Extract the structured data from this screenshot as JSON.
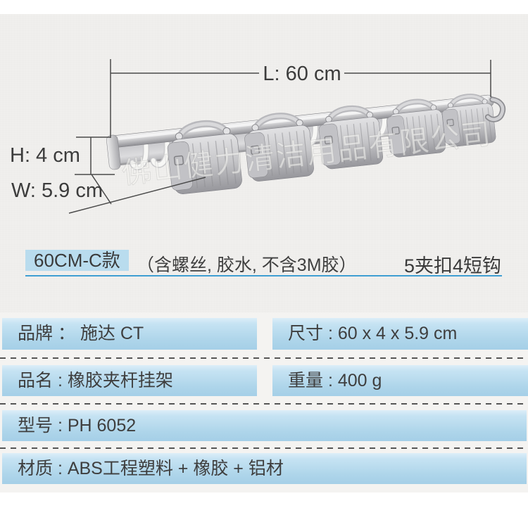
{
  "figure": {
    "dim_length": "L: 60 cm",
    "dim_height": "H: 4 cm",
    "dim_width": "W: 5.9 cm",
    "watermark": "佛山健力清洁用品有限公司"
  },
  "variant": {
    "badge": "60CM-C款",
    "note": "（含螺丝, 胶水, 不含3M胶）",
    "count_label": "5夹扣4短钩"
  },
  "specs": {
    "rows": [
      {
        "left": "品牌 ：  施达 CT",
        "right": "尺寸 : 60 x 4 x 5.9 cm"
      },
      {
        "left": "品名 : 橡胶夹杆挂架",
        "right": "重量 : 400 g"
      },
      {
        "full": "型号 : PH 6052"
      },
      {
        "full": "材质 : ABS工程塑料 + 橡胶 + 铝材"
      }
    ]
  },
  "colors": {
    "canvas_bg": "#efeeec",
    "badge_bg": "#b9dcee",
    "accent_underline": "#3f9ed2",
    "bar_blue_top": "#cfe9f6",
    "bar_blue_bottom": "#a5cfe7",
    "dash_gray": "#565656",
    "dim_line": "#4a4a4a",
    "text": "#3d3d3d"
  }
}
